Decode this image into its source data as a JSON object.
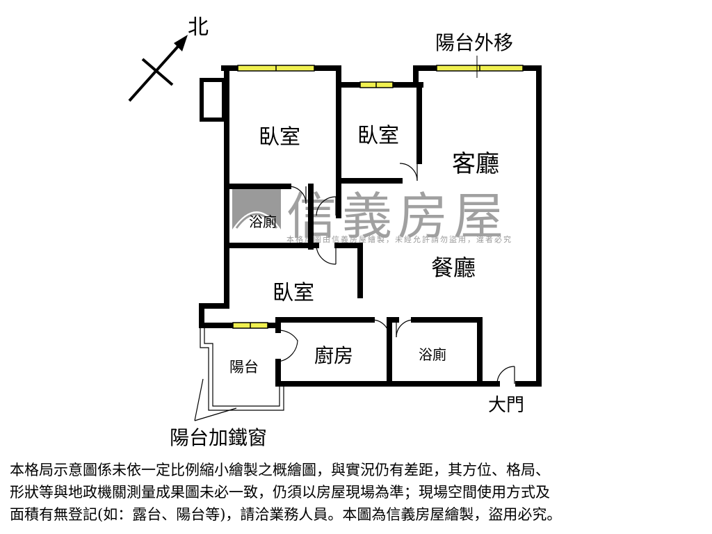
{
  "compass": {
    "label": "北",
    "icon": "north-arrow-icon"
  },
  "rooms": {
    "bedroom_1": "臥室",
    "bedroom_2": "臥室",
    "bedroom_3": "臥室",
    "living_room": "客廳",
    "dining_room": "餐廳",
    "bathroom_1": "浴廁",
    "bathroom_2": "浴廁",
    "kitchen": "廚房",
    "balcony": "陽台"
  },
  "annotations": {
    "balcony_moved_out": "陽台外移",
    "main_door": "大門",
    "balcony_iron_window": "陽台加鐵窗"
  },
  "watermark": {
    "brand": "信義房屋",
    "notice": "本格局圖由信義房屋繪製，未經允許請勿盜用，違者必究"
  },
  "disclaimer": {
    "lines": [
      "本格局示意圖係未依一定比例縮小繪製之概繪圖，與實況仍有差距，其方位、格局、",
      "形狀等與地政機關測量成果圖未必一致，仍須以房屋現場為準；現場空間使用方式及",
      "面積有無登記(如：露台、陽台等)，請洽業務人員。本圖為信義房屋繪製，盜用必究。"
    ]
  },
  "colors": {
    "wall": "#000000",
    "window": "#f0f050",
    "watermark": "#9a9a9a"
  }
}
